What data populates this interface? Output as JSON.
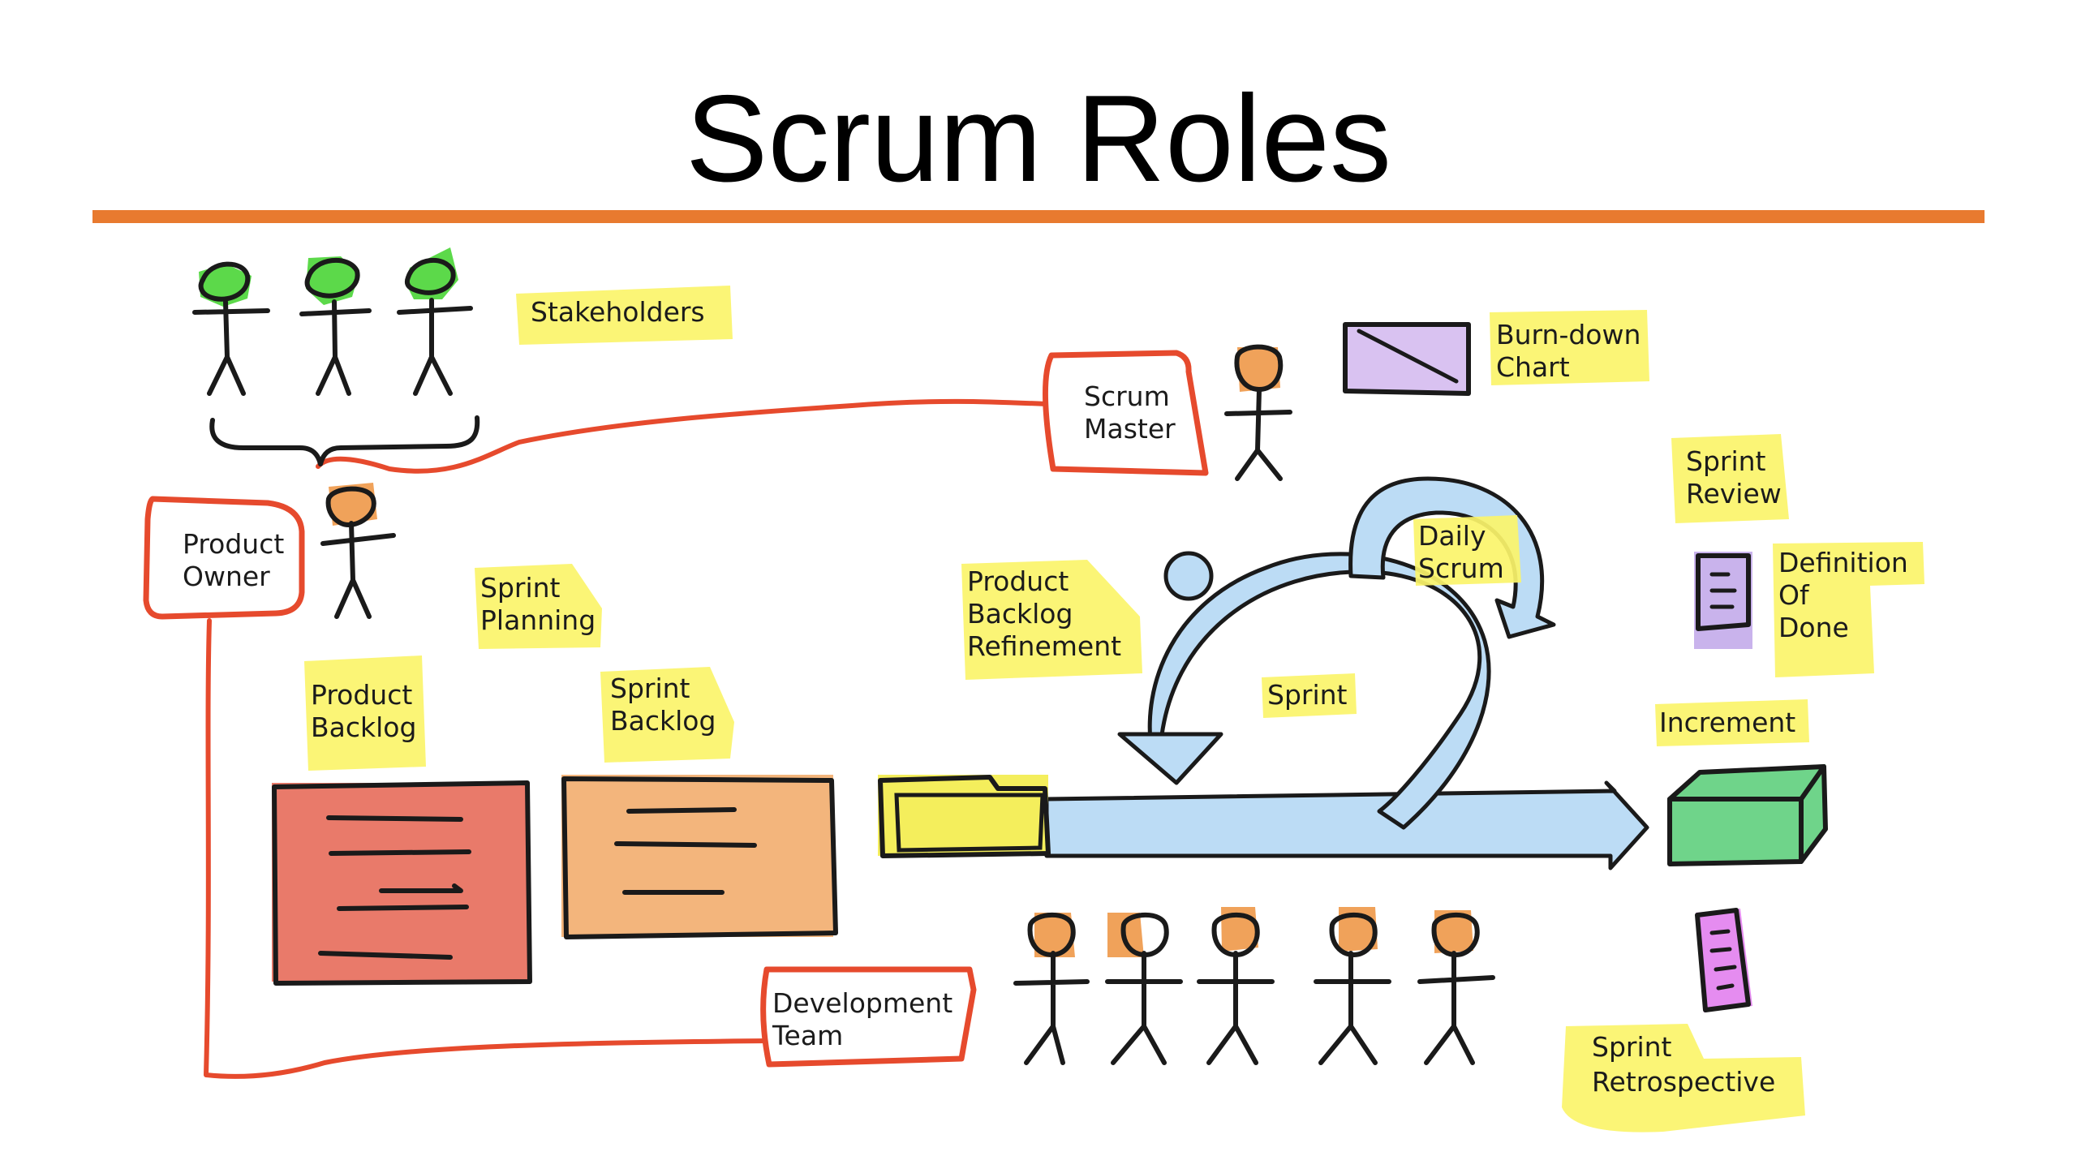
{
  "title": "Scrum Roles",
  "colors": {
    "divider": "#e87a2f",
    "highlight": "#fbf46a",
    "role_box": "#e64a2d",
    "stakeholder_head": "#5cd94a",
    "team_head": "#f0a25a",
    "product_backlog": "#e97a6a",
    "sprint_backlog": "#f3b57c",
    "refinement_folder": "#f4ee5c",
    "sprint_arrow": "#bcdcf5",
    "increment": "#6fd48a",
    "burndown": "#d9c2f1",
    "definition_of_done": "#c9b3ec",
    "retrospective": "#e58cf0"
  },
  "labels": {
    "stakeholders": "Stakeholders",
    "scrum_master": [
      "Scrum",
      "Master"
    ],
    "burn_down_chart": [
      "Burn-down",
      "Chart"
    ],
    "product_owner": [
      "Product",
      "Owner"
    ],
    "sprint_review": [
      "Sprint",
      "Review"
    ],
    "daily_scrum": [
      "Daily",
      "Scrum"
    ],
    "sprint_planning": [
      "Sprint",
      "Planning"
    ],
    "product_backlog_refinement": [
      "Product",
      "Backlog",
      "Refinement"
    ],
    "definition_of_done": [
      "Definition",
      "Of",
      "Done"
    ],
    "sprint": "Sprint",
    "product_backlog": [
      "Product",
      "Backlog"
    ],
    "sprint_backlog": [
      "Sprint",
      "Backlog"
    ],
    "increment": "Increment",
    "development_team": [
      "Development",
      "Team"
    ],
    "sprint_retrospective": [
      "Sprint",
      "Retrospective"
    ]
  }
}
